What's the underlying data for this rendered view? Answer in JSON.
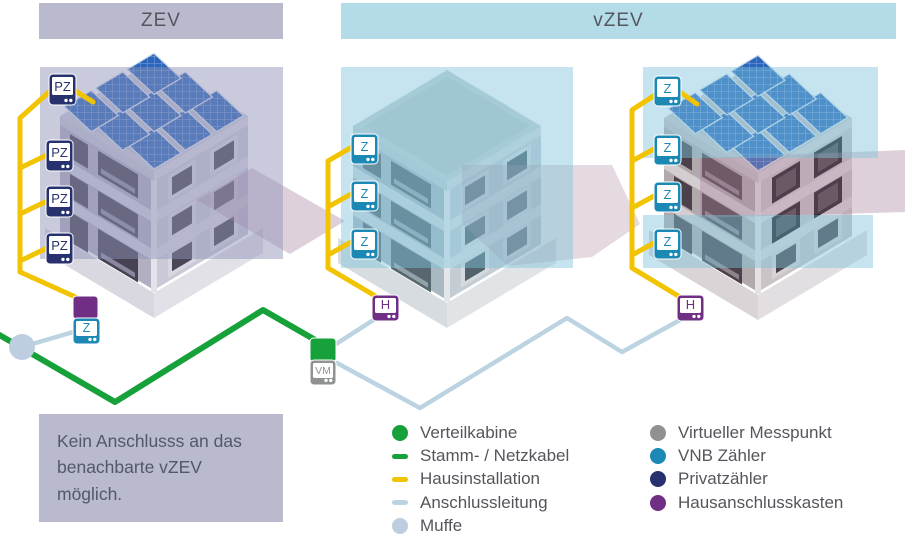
{
  "headers": {
    "zev": "ZEV",
    "vzev": "vZEV"
  },
  "note": {
    "text": "Kein Anschlusss an das\nbenachbarte vZEV\nmöglich."
  },
  "legend": {
    "left": [
      {
        "marker": "circle",
        "color_key": "green",
        "label": "Verteilkabine",
        "name": "verteilkabine"
      },
      {
        "marker": "line",
        "color_key": "green",
        "label": "Stamm- / Netzkabel",
        "name": "stamm-netzkabel"
      },
      {
        "marker": "line",
        "color_key": "yellow",
        "label": "Hausinstallation",
        "name": "hausinstallation"
      },
      {
        "marker": "line",
        "color_key": "light_blue",
        "label": "Anschlussleitung",
        "name": "anschlussleitung"
      },
      {
        "marker": "circle",
        "color_key": "muffe",
        "label": "Muffe",
        "name": "muffe"
      }
    ],
    "right": [
      {
        "marker": "circle",
        "color_key": "gray",
        "label": "Virtueller Messpunkt",
        "name": "virtueller-messpunkt"
      },
      {
        "marker": "circle",
        "color_key": "teal",
        "label": "VNB Zähler",
        "name": "vnb-zaehler"
      },
      {
        "marker": "circle",
        "color_key": "navy",
        "label": "Privatzähler",
        "name": "privatzaehler"
      },
      {
        "marker": "circle",
        "color_key": "purple",
        "label": "Hausanschlusskasten",
        "name": "hausanschlusskasten"
      }
    ]
  },
  "meters": {
    "pz": {
      "label": "PZ",
      "color_key": "navy"
    },
    "z": {
      "label": "Z",
      "color_key": "teal"
    },
    "h": {
      "label": "H",
      "color_key": "purple"
    },
    "vm": {
      "label": "VM",
      "color_key": "gray"
    }
  },
  "colors": {
    "green": "#16A13A",
    "yellow": "#F2C300",
    "light_blue": "#BCD3E2",
    "muffe": "#BCCEDF",
    "gray": "#8F9193",
    "teal": "#1B89B4",
    "navy": "#27316E",
    "purple": "#702F85",
    "zev_panel": "#B9BACD",
    "vzev_panel": "#B4DBE8",
    "text": "#54565C"
  }
}
